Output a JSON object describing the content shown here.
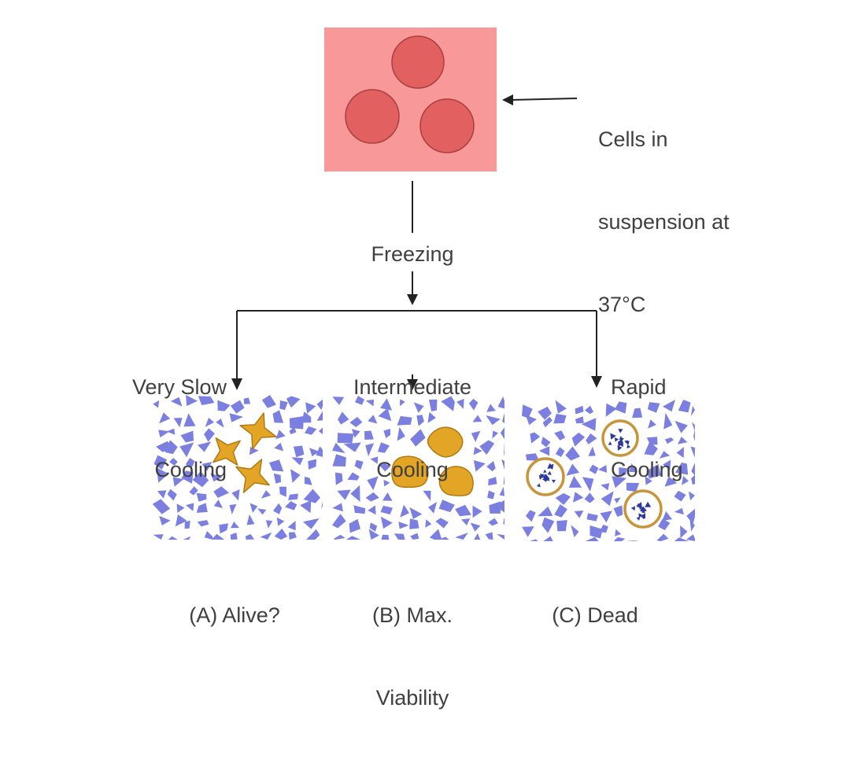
{
  "start_label": [
    "Cells in",
    "suspension at",
    "37°C"
  ],
  "step_label": "Freezing",
  "branches": [
    {
      "id": "very-slow",
      "cooling_label": [
        "Very Slow",
        "Cooling"
      ],
      "outcome_label": [
        "(A) Alive?"
      ],
      "cell_shape": "shrunken"
    },
    {
      "id": "intermediate",
      "cooling_label": [
        "Intermediate",
        "Cooling"
      ],
      "outcome_label": [
        "(B) Max.",
        "Viability"
      ],
      "cell_shape": "normal"
    },
    {
      "id": "rapid",
      "cooling_label": [
        "Rapid",
        "Cooling"
      ],
      "outcome_label": [
        "(C) Dead"
      ],
      "cell_shape": "intracellular-ice"
    }
  ],
  "colors": {
    "suspension_bg": "#f89898",
    "cell_fill": "#e26060",
    "cell_stroke": "#a84040",
    "ice": "#7b7fe0",
    "frozen_cell": "#e3a526",
    "frozen_cell_stroke": "#b07a10",
    "intracellular_ice": "#2b3a9a",
    "dead_cell_ring": "#c8953a",
    "line": "#222222",
    "text": "#404040"
  }
}
